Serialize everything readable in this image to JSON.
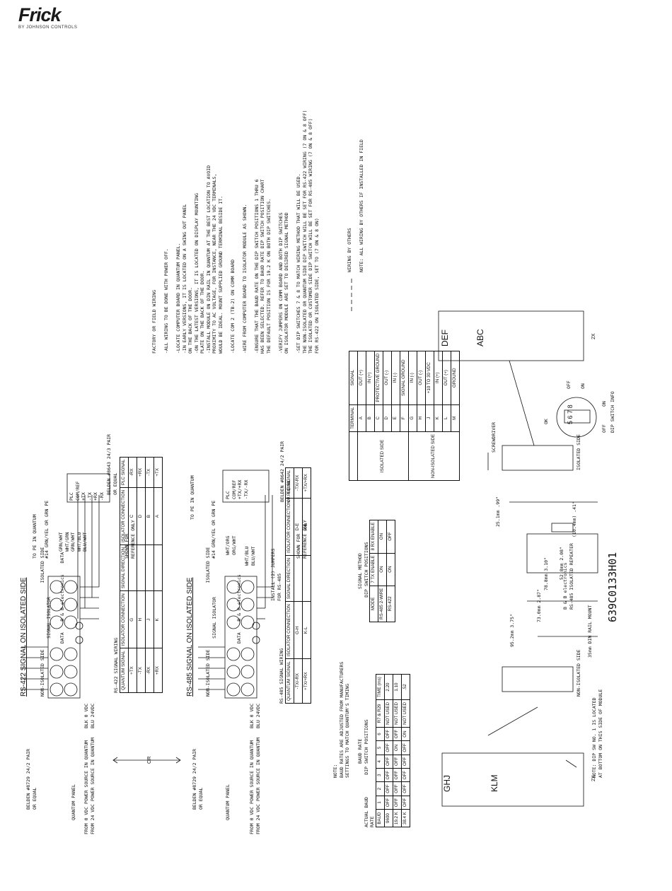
{
  "brand": {
    "name": "Frick",
    "sub": "BY JOHNSON CONTROLS"
  },
  "notes": {
    "intro": "FACTORY OR FIELD WIRING",
    "items": [
      "-ALL WIRING TO BE DONE WITH POWER OFF.",
      "-LOCATE COMPUTER BOARD IN QUANTUM PANEL.",
      "-IN EARLY VERSIONS, IT IS LOCATED ON A SWING OUT PANEL",
      " ON THE BACK OF THE DOOR.",
      "-ON THE LATEST VERSIONS, IT IS LOCATED ON DISPLAY MOUNTING",
      " PLATE ON THE BACK OF THE DOOR.",
      "-INSTALL MODULE ON DIN RAIL IN QUANTUM AT THE BEST LOCATION TO AVOID",
      " PROXIMITY TO AC VOLTAGE, FOR INSTANCE, NEAR THE 24 VDC TERMINALS,",
      " WOULD BE IDEAL. MOUNT SUPPLIED GROUND TERMINAL BESIDE IT.",
      "-LOCATE COM 2 (TB-2) ON COMM BOARD",
      "-WIRE FROM COMPUTER BOARD TO ISOLATOR MODULE AS SHOWN.",
      "-ENSURE THAT THE BAUD RATE ON THE DIP SWITCH POSITIONS 1 THRU 6",
      " HAS BEEN SELECTED. REFER TO BAUD RATE DIP SWITCH POSITION CHART",
      " THE DEFAULT POSITION IS FOR 19.2 K ON BOTH DIP SWITCHES.",
      "-VERIFY JUMPERS ON COMM BOARD AND BOTH DIP SWITCHES",
      " ON ISOLATOR MODULE ARE SET TO DESIRED SIGNAL METHOD",
      "-SET DIP SWITCHES 7 & 8 TO MATCH WIRING METHOD THAT WILL BE USED.",
      " THE NON-ISOLATED OR QUANTUM SIDE DIP SWITCH WILL BE SET FOR RS-422 WIRING (7 ON & 8 OFF)",
      " THE ISOLATED OR CUSTOMER SIDE DIP SWITCH WILL BE SET FOR RS-485 WIRING (7 ON & 8 OFF)",
      " FOR RS-422 ON ISOLATED SIDE, SET TO (7 ON & 8 ON)"
    ],
    "legend_wiring": "WIRING BY OTHERS",
    "legend_note": "NOTE: ALL WIRING BY OTHERS IF INSTALLED IN FIELD"
  },
  "rs422": {
    "title": "RS-422 SIGNAL ON ISOLATED SIDE",
    "belden": "BELDEN #8729 24/2 PAIR",
    "or_equal": "OR EQUAL",
    "quantum_panel": "QUANTUM PANEL",
    "src0": "FROM 0 VDC POWER SOURCE IN QUANTUM",
    "src24": "FROM 24 VDC POWER SOURCE IN QUANTUM",
    "blk": "BLK",
    "v0": "0 VDC",
    "blu": "BLU",
    "v24": "24VDC",
    "wires": [
      "-TX",
      "+TX",
      "-RX",
      "+RX"
    ],
    "non_iso": "NON-ISOLATED SIDE",
    "iso": "ISOLATED SIDE",
    "sig_iso": "SIGNAL ISOLATOR",
    "data": "DATA",
    "bb": "B & B electronics",
    "to_pe": "TO PE IN QUANTUM",
    "gnd": "#14 GRN/YEL OR GRN",
    "pe": "PE",
    "wire_colors": [
      "GRN/WHT",
      "WHT/GRN",
      "GRN/WHT",
      "WHT/BLU",
      "BLU/WHT"
    ],
    "plc": "PLC",
    "plc_terms": [
      "COM/REF",
      "+TX",
      "-TX",
      "+RX",
      "-RX"
    ],
    "belden_plc": "BELDEN #8643 24/3 PAIR",
    "shown_for": "SHOWN FOR",
    "ref_only": "REFERENCE ONLY",
    "table_title": "RS-422 SIGNAL WIRING",
    "table_head": [
      "QUANTUM SIGNAL",
      "ISOLATOR CONNECTION",
      "SIGNAL DIRECTION",
      "ISOLATOR CONNECTION",
      "PLC SIGNAL"
    ],
    "table_rows": [
      [
        "+TX",
        "G",
        "",
        "C",
        "-RX"
      ],
      [
        "-TX",
        "H",
        "",
        "D",
        "+RX"
      ],
      [
        "-RX",
        "J",
        "",
        "B",
        "-TX"
      ],
      [
        "+RX",
        "K",
        "",
        "A",
        "+TX"
      ]
    ]
  },
  "or_text": "OR",
  "rs485": {
    "title": "RS-485 SIGNAL ON ISOLATED SIDE",
    "belden": "BELDEN #8729 24/2 PAIR",
    "or_equal": "OR EQUAL",
    "quantum_panel": "QUANTUM PANEL",
    "src0": "FROM 0 VDC POWER SOURCE IN QUANTUM",
    "src24": "FROM 24 VDC POWER SOURCE IN QUANTUM",
    "blk": "BLK",
    "v0": "0 VDC",
    "blu": "BLU",
    "v24": "24VDC",
    "wires": [
      "-TX",
      "+TX",
      "-RX",
      "+RX"
    ],
    "non_iso": "NON-ISOLATED SIDE",
    "iso": "ISOLATED SIDE",
    "sig_iso": "SIGNAL ISOLATOR",
    "data": "DATA",
    "bb": "B & B electronics",
    "to_pe": "TO PE IN QUANTUM",
    "gnd": "#14 GRN/YEL OR GRN",
    "pe": "PE",
    "wire_colors": [
      "WHT/ORG",
      "ORG/WHT",
      "WHT/BLU",
      "BLU/WHT"
    ],
    "plc": "PLC",
    "plc_terms": [
      "COM/REF",
      "+TX/+RX",
      "-TX/-RX"
    ],
    "belden_plc": "BELDEN #8642 24/2 PAIR",
    "or_equal2": "OR EQUAL",
    "install_jumpers": "INSTALL (2) JUMPERS",
    "for_rs485": "FOR RS-485",
    "shown_for": "SHOWN FOR",
    "ref_only": "REFERENCE ONLY",
    "table_title": "RS-485 SIGNAL WIRING",
    "table_head": [
      "QUANTUM SIGNAL",
      "ISOLATOR CONNECTION",
      "SIGNAL DIRECTION",
      "ISOLATOR CONNECTION",
      "PLC SIGNAL"
    ],
    "table_rows": [
      [
        "-TX/-RX",
        "G-H",
        "",
        "D-E",
        "-TX/-RX"
      ],
      [
        "+TX/+RX",
        "K-L",
        "",
        "A-B",
        "+TX/+RX"
      ]
    ]
  },
  "note_baud": [
    "NOTE:",
    "BAUD RATES ARE ADJUSTED FROM MANUFACTURERS",
    "SETTINGS TO MATCH QUANTUM'S TIMING"
  ],
  "baud_table": {
    "title1": "BAUD RATE",
    "title2": "DIP SWITCH POSITIONS",
    "actual1": "ACTUAL BAUD",
    "actual2": "RATE",
    "head": [
      "BAUD",
      "1",
      "2",
      "3",
      "4",
      "5",
      "6",
      "R7 & R29",
      "TIME (ms)"
    ],
    "rows": [
      [
        "9600",
        "OFF",
        "OFF",
        "OFF",
        "OFF",
        "OFF",
        "OFF",
        "NOT USED",
        "2.20"
      ],
      [
        "19.2 K",
        "OFF",
        "OFF",
        "OFF",
        "OFF",
        "ON",
        "OFF",
        "NOT USED",
        "1.10"
      ],
      [
        "38.4 K",
        "OFF",
        "OFF",
        "OFF",
        "OFF",
        "OFF",
        "ON",
        "NOT USED",
        ".52"
      ]
    ]
  },
  "signal_method": {
    "title1": "SIGNAL METHOD",
    "title2": "DIP SWITCH POSITIONS",
    "head": [
      "MODE",
      "7 TX ENABLE",
      "8 RX ENABLE"
    ],
    "rows": [
      [
        "RS-485 2-WIRE",
        "ON",
        "ON"
      ],
      [
        "RS-422",
        "ON",
        "OFF"
      ]
    ]
  },
  "terminal_table": {
    "head": [
      "TERMINAL",
      "SIGNAL"
    ],
    "iso_label": "ISOLATED SIDE",
    "non_iso_label": "NON-ISOLATED SIDE",
    "rows": [
      [
        "A",
        "OUT (+)"
      ],
      [
        "B",
        "IN (+)"
      ],
      [
        "C",
        "PROTECTIVE GROUND"
      ],
      [
        "D",
        "OUT (-)"
      ],
      [
        "E",
        "IN (-)"
      ],
      [
        "F",
        "SIGNAL GROUND"
      ],
      [
        "G",
        "IN (-)"
      ],
      [
        "H",
        "OUT (-)"
      ],
      [
        "J",
        "+10 TO 30 VDC"
      ],
      [
        "K",
        "IN (+)"
      ],
      [
        "L",
        "OUT (+)"
      ],
      [
        "M",
        "GROUND"
      ]
    ]
  },
  "module": {
    "dim_25": "25.1mm .99\"",
    "dim_78": "78.8mm 3.10\"",
    "dim_52": "52.8mm 2.08\"",
    "dim_73": "73.0mm 2.87\"",
    "dim_95": "95.2mm 3.75\"",
    "dim_10": "(10.4mm) .41\"",
    "din": "35mm DIN RAIL MOUNT",
    "part": "639C0133H01",
    "bb": "B & B electronics",
    "iso_label": "RS-485 ISOLATED REPEATER"
  },
  "views": {
    "ghj": "GHJ",
    "klm": "KLM",
    "abc": "ABC",
    "def": "DEF",
    "twox": "2X",
    "dip_note1": "NOTE: DIP SW NO. 1 IS LOCATED",
    "dip_note2": "AT BOTTOM ON THIS SIDE OF MODULE",
    "non_iso_side": "NON-ISOLATED SIDE",
    "iso_side": "ISOLATED SIDE",
    "screwdriver": "SCREWDRIVER",
    "dip_info": "DIP SWITCH INFO",
    "on": "ON",
    "off": "OFF",
    "ok": "OK",
    "dip_nums": [
      "5",
      "6",
      "7",
      "8"
    ]
  }
}
